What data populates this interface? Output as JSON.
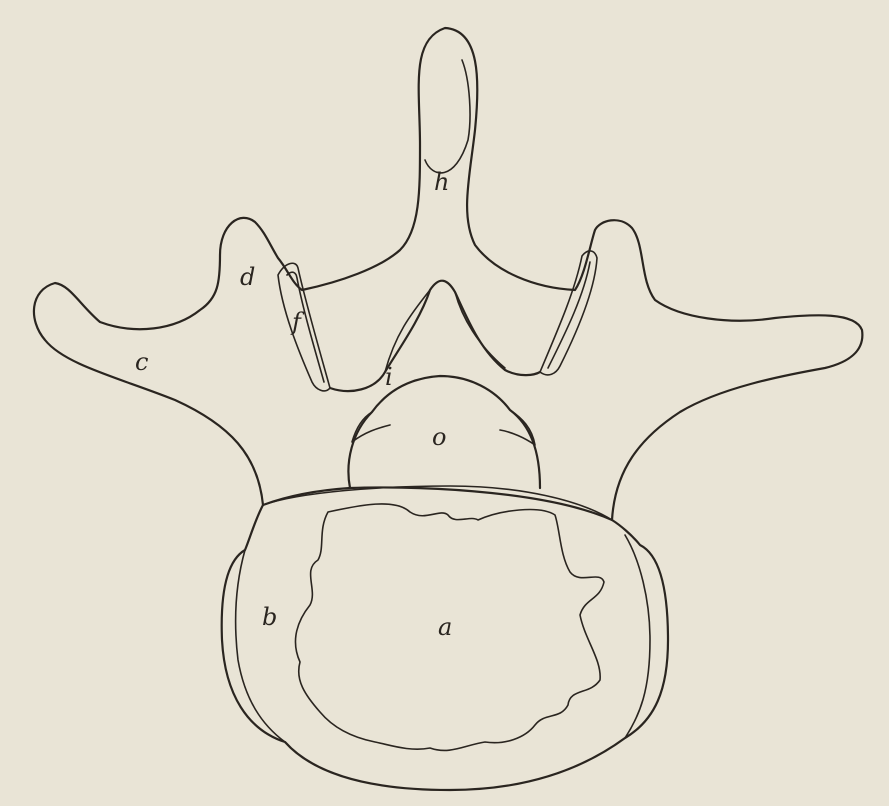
{
  "diagram": {
    "labels": {
      "a": "a",
      "b": "b",
      "c": "c",
      "d": "d",
      "f": "f",
      "h": "h",
      "i": "i",
      "o": "o"
    }
  }
}
